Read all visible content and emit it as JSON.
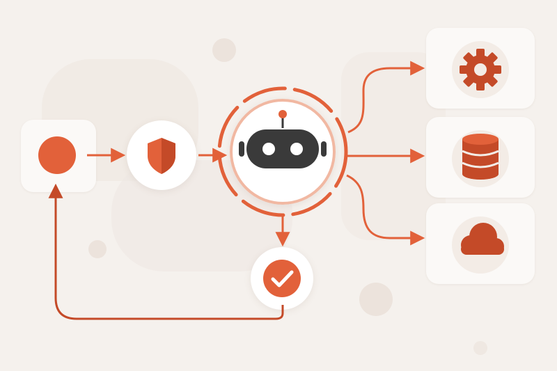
{
  "diagram": {
    "colors": {
      "background": "#f5f1ed",
      "accent": "#e2613a",
      "accent_dark": "#c44a28",
      "robot": "#3a3a3a",
      "card": "#fbf9f7"
    },
    "nodes": [
      {
        "id": "source",
        "icon": "circle-icon",
        "interactable": true
      },
      {
        "id": "security",
        "icon": "shield-icon",
        "interactable": true
      },
      {
        "id": "agent",
        "icon": "robot-icon",
        "interactable": true
      },
      {
        "id": "verify",
        "icon": "checkmark-icon",
        "interactable": true
      },
      {
        "id": "settings",
        "icon": "gear-icon",
        "interactable": true
      },
      {
        "id": "storage",
        "icon": "database-icon",
        "interactable": true
      },
      {
        "id": "cloud",
        "icon": "cloud-icon",
        "interactable": true
      }
    ],
    "edges": [
      {
        "from": "source",
        "to": "security"
      },
      {
        "from": "security",
        "to": "agent"
      },
      {
        "from": "agent",
        "to": "settings"
      },
      {
        "from": "agent",
        "to": "storage"
      },
      {
        "from": "agent",
        "to": "cloud"
      },
      {
        "from": "agent",
        "to": "verify"
      },
      {
        "from": "verify",
        "to": "source"
      }
    ]
  }
}
